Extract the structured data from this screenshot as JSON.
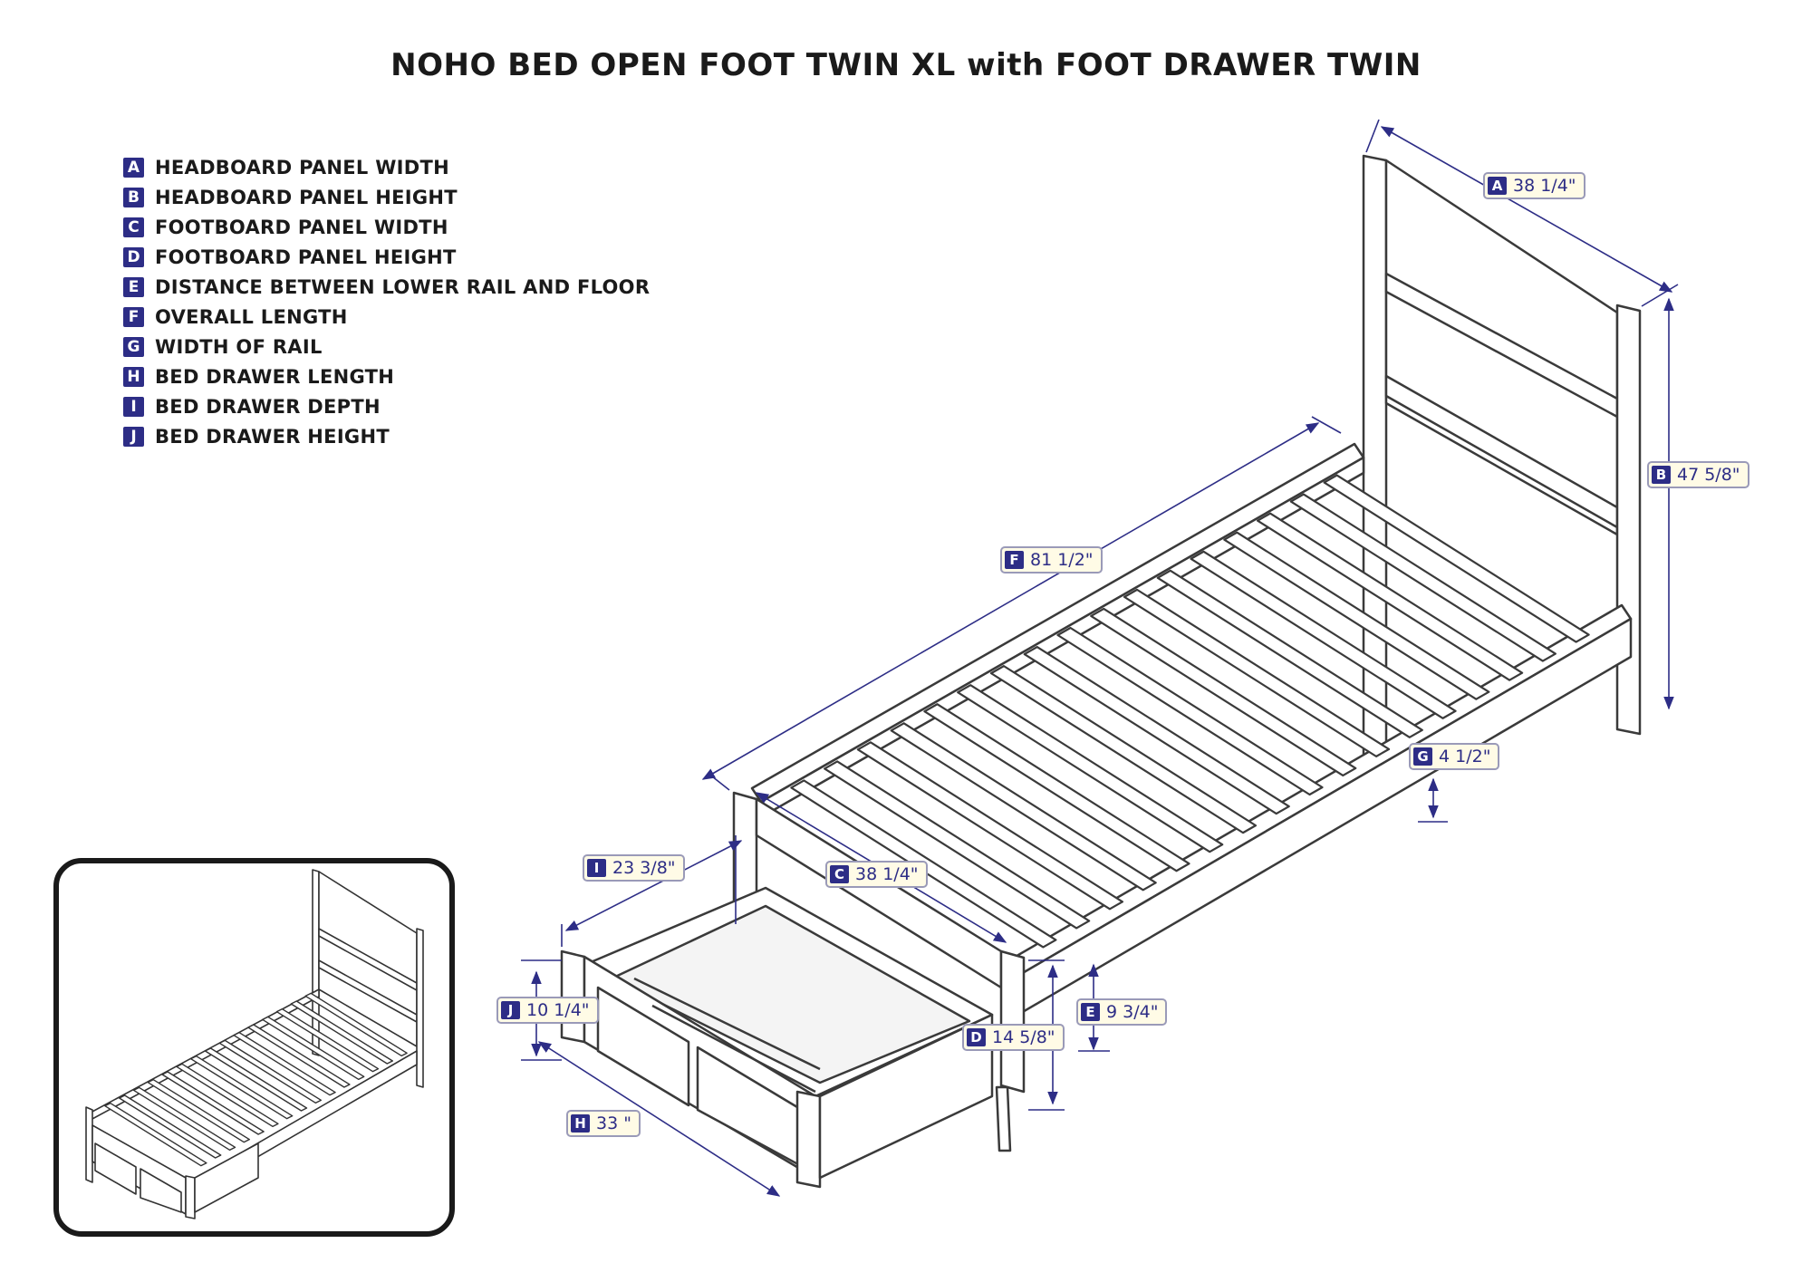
{
  "title": "NOHO BED OPEN FOOT TWIN XL with FOOT DRAWER TWIN",
  "legend": [
    {
      "key": "A",
      "label": "HEADBOARD PANEL WIDTH"
    },
    {
      "key": "B",
      "label": "HEADBOARD PANEL HEIGHT"
    },
    {
      "key": "C",
      "label": "FOOTBOARD PANEL WIDTH"
    },
    {
      "key": "D",
      "label": "FOOTBOARD PANEL HEIGHT"
    },
    {
      "key": "E",
      "label": "DISTANCE BETWEEN LOWER RAIL AND FLOOR"
    },
    {
      "key": "F",
      "label": "OVERALL LENGTH"
    },
    {
      "key": "G",
      "label": "WIDTH OF RAIL"
    },
    {
      "key": "H",
      "label": "BED DRAWER LENGTH"
    },
    {
      "key": "I",
      "label": "BED DRAWER DEPTH"
    },
    {
      "key": "J",
      "label": "BED DRAWER HEIGHT"
    }
  ],
  "dimensions": {
    "A": {
      "key": "A",
      "value": "38 1/4\""
    },
    "B": {
      "key": "B",
      "value": "47 5/8\""
    },
    "C": {
      "key": "C",
      "value": "38 1/4\""
    },
    "D": {
      "key": "D",
      "value": "14 5/8\""
    },
    "E": {
      "key": "E",
      "value": "9 3/4\""
    },
    "F": {
      "key": "F",
      "value": "81 1/2\""
    },
    "G": {
      "key": "G",
      "value": "4 1/2\""
    },
    "H": {
      "key": "H",
      "value": "33 \""
    },
    "I": {
      "key": "I",
      "value": "23 3/8\""
    },
    "J": {
      "key": "J",
      "value": "10 1/4\""
    }
  },
  "colors": {
    "accent": "#2d2d86",
    "line": "#3a3a3a",
    "label_bg": "#fffbe6"
  }
}
